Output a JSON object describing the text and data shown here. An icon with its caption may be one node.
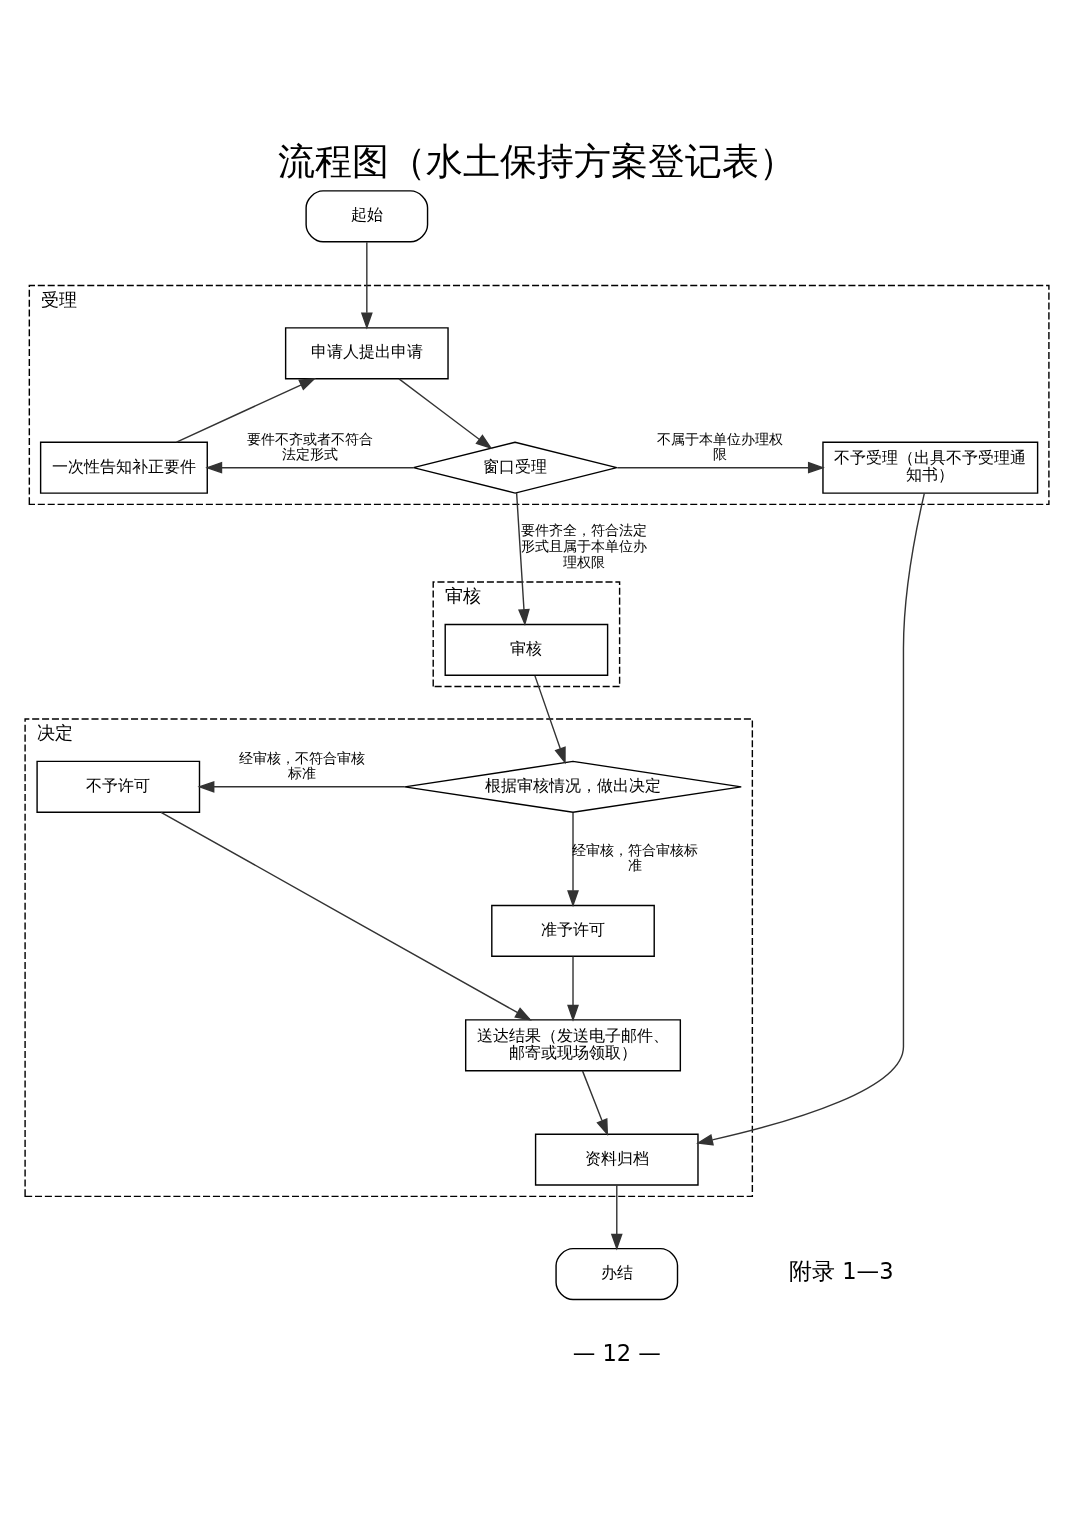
{
  "diagram": {
    "title": "流程图（水土保持方案登记表）",
    "nodes": [
      {
        "text": [
          "起始"
        ]
      },
      {
        "text": [
          "受理"
        ]
      },
      {
        "text": [
          "申请人提出申请"
        ],
        "in": 1
      },
      {
        "text": [
          "一次性告知补正要件"
        ],
        "in": 1
      },
      {
        "text": [
          "窗口受理"
        ],
        "in": 1
      },
      {
        "text": [
          "不予受理（出具不予受理通知书）"
        ],
        "in": 1
      },
      {
        "text": [
          "审核"
        ]
      },
      {
        "text": [
          "审核"
        ],
        "in": 6
      },
      {
        "text": [
          "决定"
        ]
      },
      {
        "text": [
          "不予许可"
        ],
        "in": 8
      },
      {
        "text": [
          "根据审核情况，做出决定"
        ],
        "in": 8
      },
      {
        "text": [
          "准予许可"
        ],
        "in": 8
      },
      {
        "text": [
          "送达结果（发送电子邮件、邮寄或现场领取）"
        ],
        "in": 8
      },
      {
        "text": [
          "资料归档"
        ],
        "in": 8
      },
      {
        "text": [
          "办结"
        ]
      }
    ],
    "edges": [
      {
        "from": 0,
        "to": 2,
        "arrow": "to"
      },
      {
        "from": 2,
        "to": 4,
        "arrow": "to"
      },
      {
        "from": 4,
        "to": 3,
        "arrow": "to",
        "label": "要件不齐或者不符合法定形式"
      },
      {
        "from": 3,
        "to": 2,
        "arrow": "to"
      },
      {
        "from": 4,
        "to": 5,
        "arrow": "to",
        "label": "不属于本单位办理权限"
      },
      {
        "from": 4,
        "to": 7,
        "arrow": "to",
        "label": "要件齐全，符合法定形式且属于本单位办理权限"
      },
      {
        "from": 7,
        "to": 10,
        "arrow": "to"
      },
      {
        "from": 10,
        "to": 9,
        "arrow": "to",
        "label": "经审核，不符合审核标准"
      },
      {
        "from": 10,
        "to": 11,
        "arrow": "to",
        "label": "经审核，符合审核标准"
      },
      {
        "from": 11,
        "to": 12,
        "arrow": "to"
      },
      {
        "from": 9,
        "to": 12,
        "arrow": "to"
      },
      {
        "from": 12,
        "to": 13,
        "arrow": "to"
      },
      {
        "from": 5,
        "to": 13,
        "arrow": "to"
      },
      {
        "from": 13,
        "to": 14,
        "arrow": "to"
      }
    ],
    "labels": [
      "附录 1—3",
      "— 12 —"
    ]
  }
}
